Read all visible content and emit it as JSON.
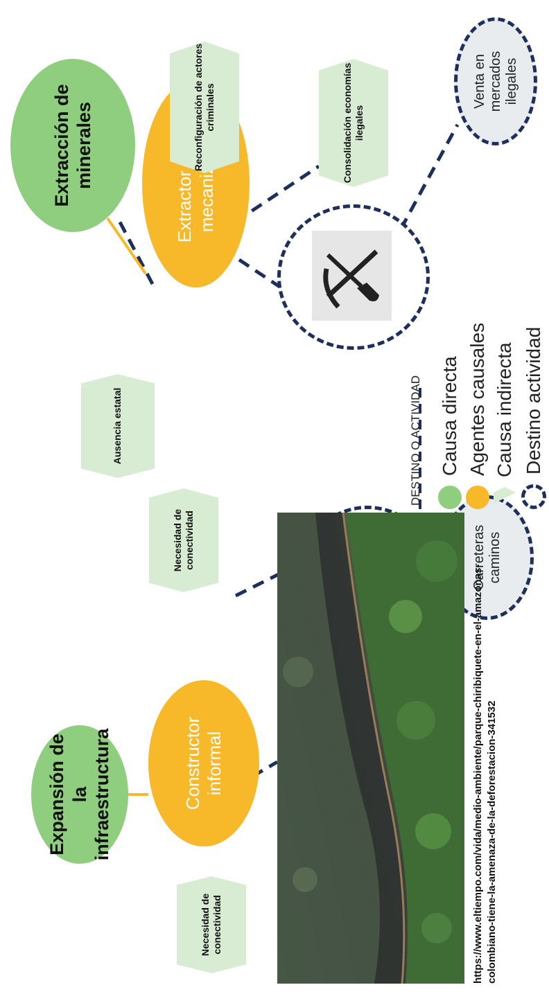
{
  "causes": {
    "infraestructura": "Expansión de la infraestructura",
    "minerales": "Extracción de minerales"
  },
  "agents": {
    "constructor": "Constructor informal",
    "extractor": "Extractor ilícito mecanizado"
  },
  "indirect": {
    "conectividad_1": "Necesidad de conectividad",
    "conectividad_2": "Necesidad de conectividad",
    "ausencia": "Ausencia estatal",
    "reconfiguracion": "Reconfiguración de actores criminales",
    "consolidacion": "Consolidación economías ilegales"
  },
  "destinations": {
    "carreteras": "Carreteras caminos",
    "venta": "Venta en mercados ilegales"
  },
  "icons": {
    "road": "road-icon",
    "pick_shovel": "pick-and-shovel-icon"
  },
  "legend": {
    "title": "DESTINO O ACTIVIDAD",
    "causa_directa": "Causa directa",
    "agentes_causales": "Agentes causales",
    "causa_indirecta": "Causa indirecta",
    "destino_actividad": "Destino actividad"
  },
  "source_url": "https://www.eltiempo.com/vida/medio-ambiente/parque-chiribiquete-en-el-amazonas-colombiano-tiene-la-amenaza-de-la-deforestacion-341532",
  "colors": {
    "causa_directa": "#8fce7f",
    "agentes_causales": "#f7b82a",
    "causa_indirecta": "#d8ebd3",
    "destino": "#1e2f5c"
  }
}
